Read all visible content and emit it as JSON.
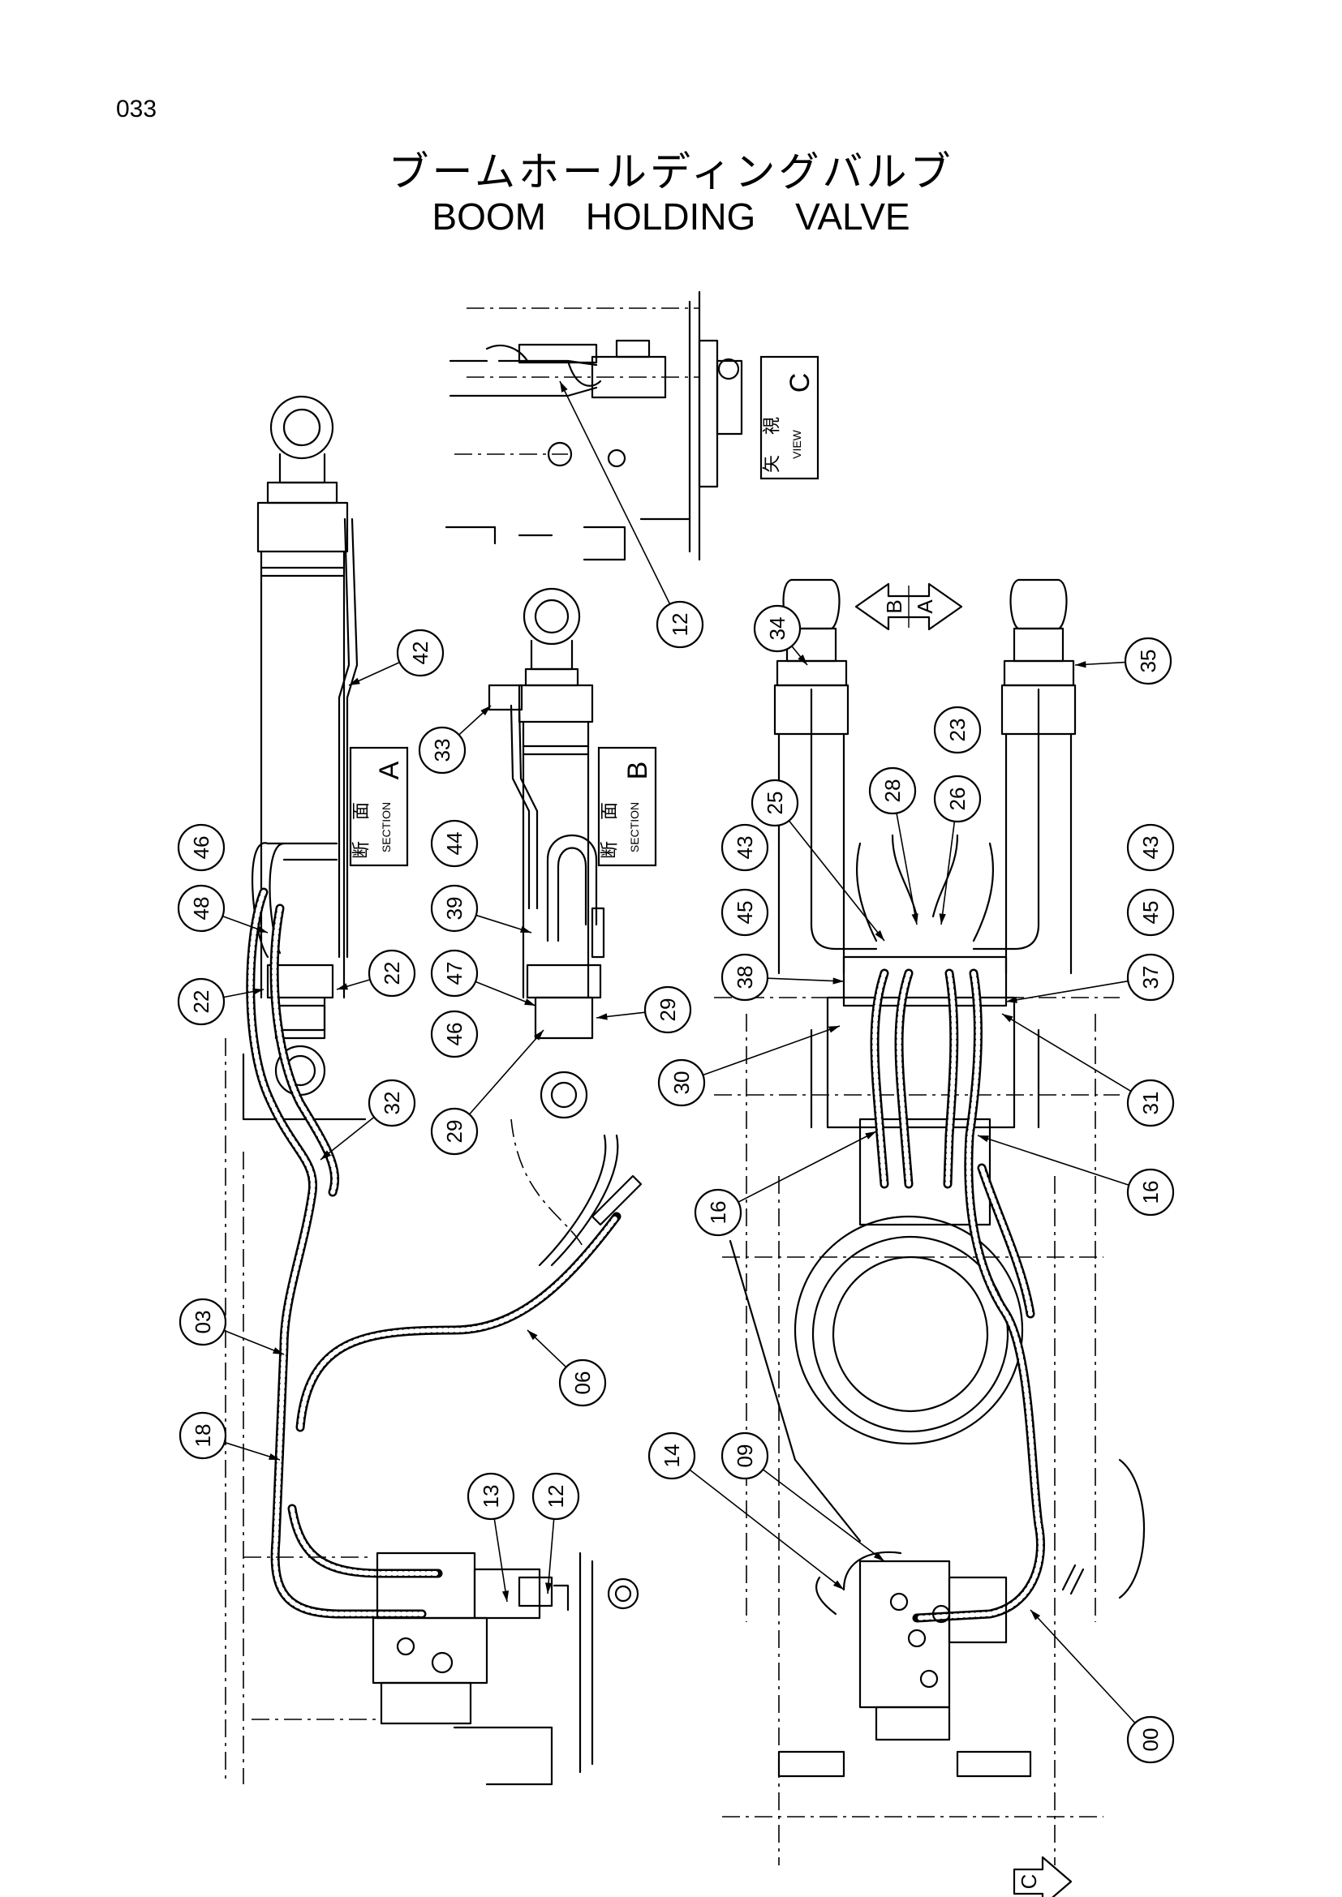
{
  "page_number": "033",
  "title_jp": "ブームホールディングバルブ",
  "title_en": "BOOM HOLDING VALVE",
  "section_labels": [
    {
      "id": "section-a",
      "kanji_1": "断",
      "kanji_2": "面",
      "english": "SECTION",
      "letter": "A"
    },
    {
      "id": "section-b",
      "kanji_1": "断",
      "kanji_2": "面",
      "english": "SECTION",
      "letter": "B"
    },
    {
      "id": "view-c",
      "kanji_1": "矢",
      "kanji_2": "視",
      "english": "VIEW",
      "letter": "C"
    }
  ],
  "direction_arrow": {
    "left": "B",
    "right": "A"
  },
  "view_marker": "C",
  "callouts": [
    "42",
    "46",
    "48",
    "22",
    "22",
    "33",
    "44",
    "39",
    "47",
    "46",
    "29",
    "29",
    "32",
    "03",
    "06",
    "18",
    "13",
    "12",
    "12",
    "34",
    "35",
    "25",
    "28",
    "23",
    "26",
    "43",
    "45",
    "38",
    "43",
    "45",
    "37",
    "30",
    "31",
    "16",
    "16",
    "14",
    "09",
    "00"
  ]
}
